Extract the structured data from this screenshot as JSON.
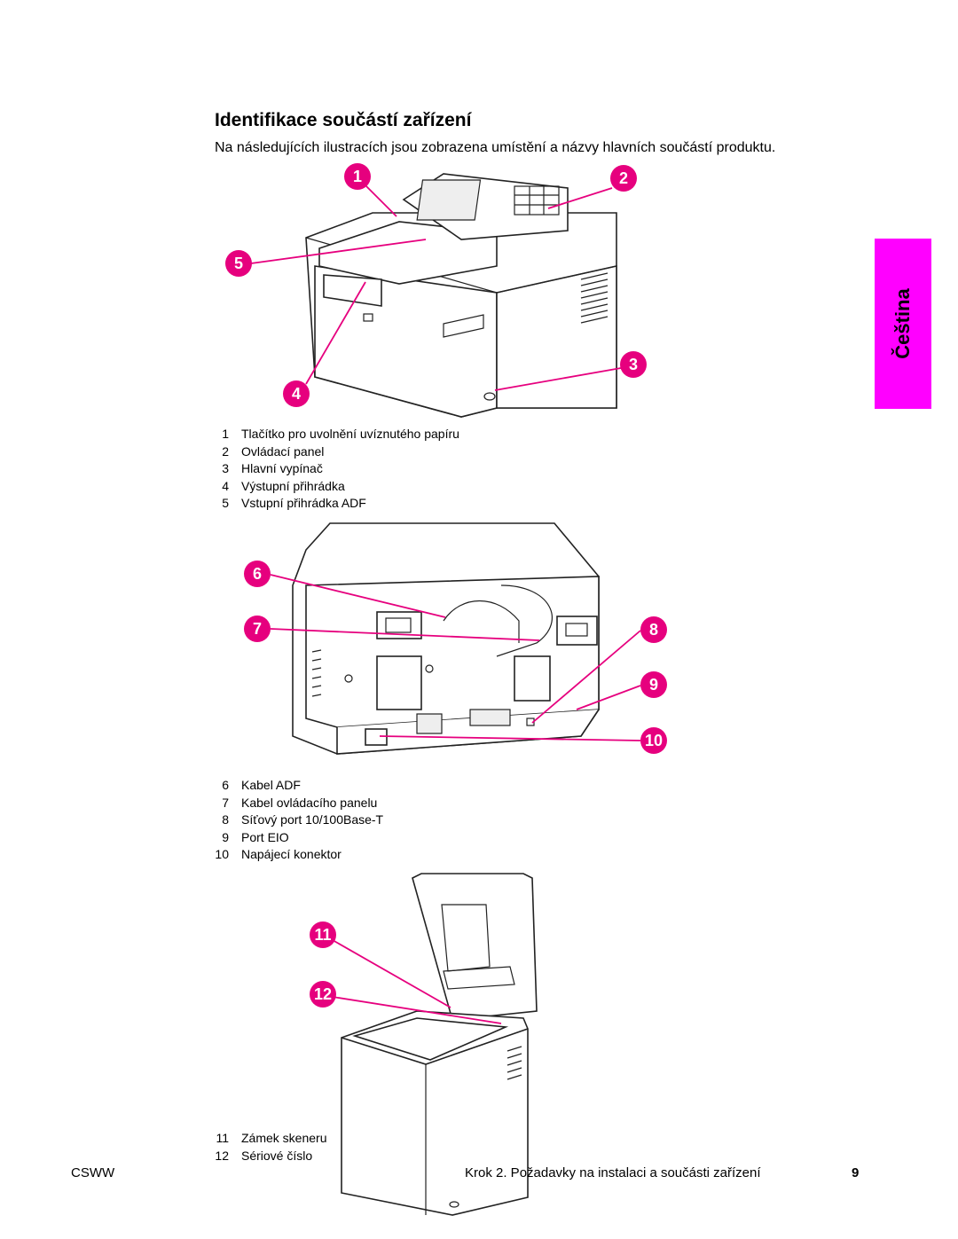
{
  "title": "Identifikace součástí zařízení",
  "intro": "Na následujících ilustracích jsou zobrazena umístění a názvy hlavních součástí produktu.",
  "side_tab": "Čeština",
  "legend1": [
    {
      "num": "1",
      "label": "Tlačítko pro uvolnění uvíznutého papíru"
    },
    {
      "num": "2",
      "label": "Ovládací panel"
    },
    {
      "num": "3",
      "label": "Hlavní vypínač"
    },
    {
      "num": "4",
      "label": "Výstupní přihrádka"
    },
    {
      "num": "5",
      "label": "Vstupní přihrádka ADF"
    }
  ],
  "legend2": [
    {
      "num": "6",
      "label": "Kabel ADF"
    },
    {
      "num": "7",
      "label": "Kabel ovládacího panelu"
    },
    {
      "num": "8",
      "label": "Síťový port 10/100Base-T"
    },
    {
      "num": "9",
      "label": "Port EIO"
    },
    {
      "num": "10",
      "label": "Napájecí konektor"
    }
  ],
  "legend3": [
    {
      "num": "11",
      "label": "Zámek skeneru"
    },
    {
      "num": "12",
      "label": "Sériové číslo"
    }
  ],
  "callouts": [
    "1",
    "2",
    "3",
    "4",
    "5",
    "6",
    "7",
    "8",
    "9",
    "10",
    "11",
    "12"
  ],
  "footer": {
    "left": "CSWW",
    "right": "Krok 2. Požadavky na instalaci a součásti zařízení",
    "page": "9"
  },
  "colors": {
    "accent": "#e6007e",
    "tab": "#ff00ff"
  }
}
